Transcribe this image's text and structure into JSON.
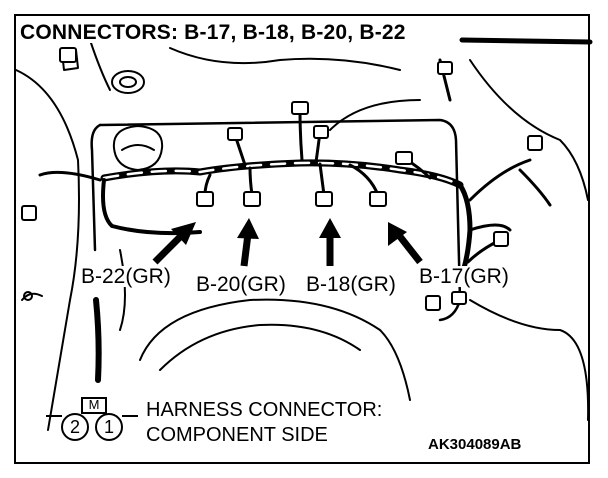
{
  "title": "CONNECTORS: B-17, B-18, B-20, B-22",
  "connectors": [
    {
      "id": "b22",
      "label": "B-22(GR)"
    },
    {
      "id": "b20",
      "label": "B-20(GR)"
    },
    {
      "id": "b18",
      "label": "B-18(GR)"
    },
    {
      "id": "b17",
      "label": "B-17(GR)"
    }
  ],
  "legend": {
    "line1": "HARNESS CONNECTOR:",
    "line2": "COMPONENT SIDE",
    "pin_top": "M",
    "pin_left": "2",
    "pin_right": "1"
  },
  "document_id": "AK304089AB",
  "colors": {
    "ink": "#000000",
    "paper": "#ffffff"
  }
}
